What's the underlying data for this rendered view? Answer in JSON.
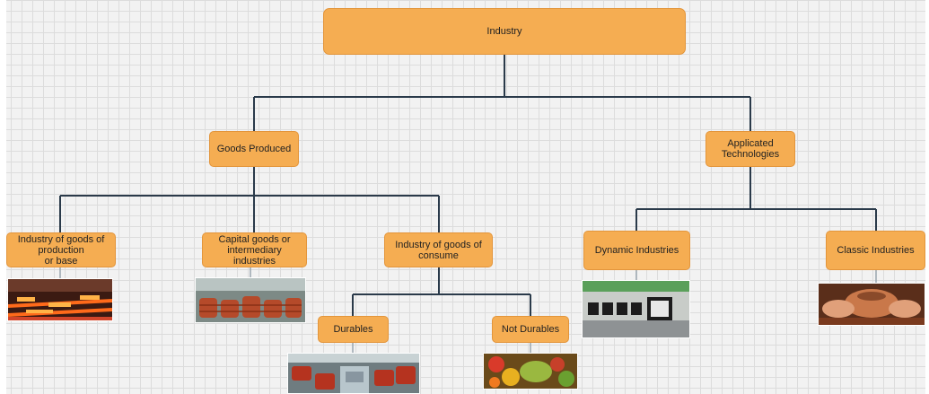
{
  "nodes": {
    "industry": "Industry",
    "goods_produced": "Goods Produced",
    "applicated_technologies": "Applicated\nTechnologies",
    "production_base": "Industry of goods of\nproduction\nor base",
    "capital_goods": "Capital goods or\nintermediary\nindustries",
    "consume_goods": "Industry of goods of\nconsume",
    "dynamic_industries": "Dynamic Industries",
    "classic_industries": "Classic Industries",
    "durables": "Durables",
    "not_durables": "Not Durables"
  },
  "colors": {
    "node_fill": "#f5ad52",
    "connector": "#2a3a4a"
  }
}
